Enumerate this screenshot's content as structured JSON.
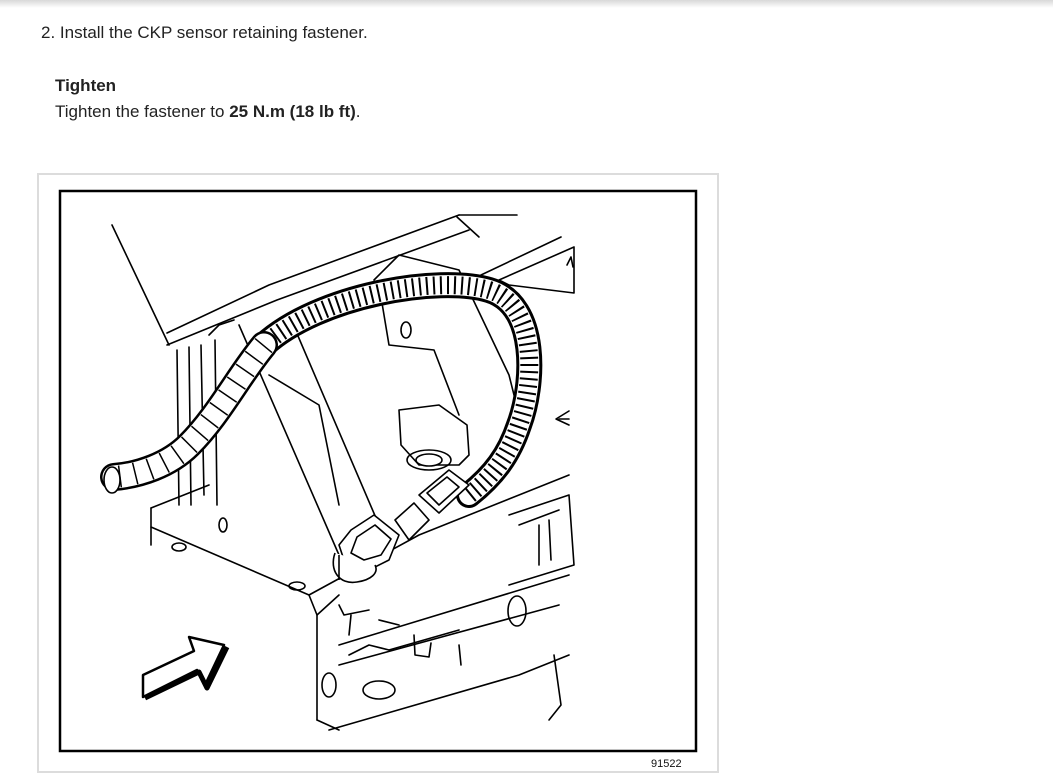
{
  "step": {
    "number": "2.",
    "text": "Install the CKP sensor retaining fastener."
  },
  "tighten": {
    "title": "Tighten",
    "prefix": "Tighten the fastener to ",
    "value": "25 N.m (18 lb ft)",
    "suffix": "."
  },
  "figure": {
    "code": "91522"
  }
}
